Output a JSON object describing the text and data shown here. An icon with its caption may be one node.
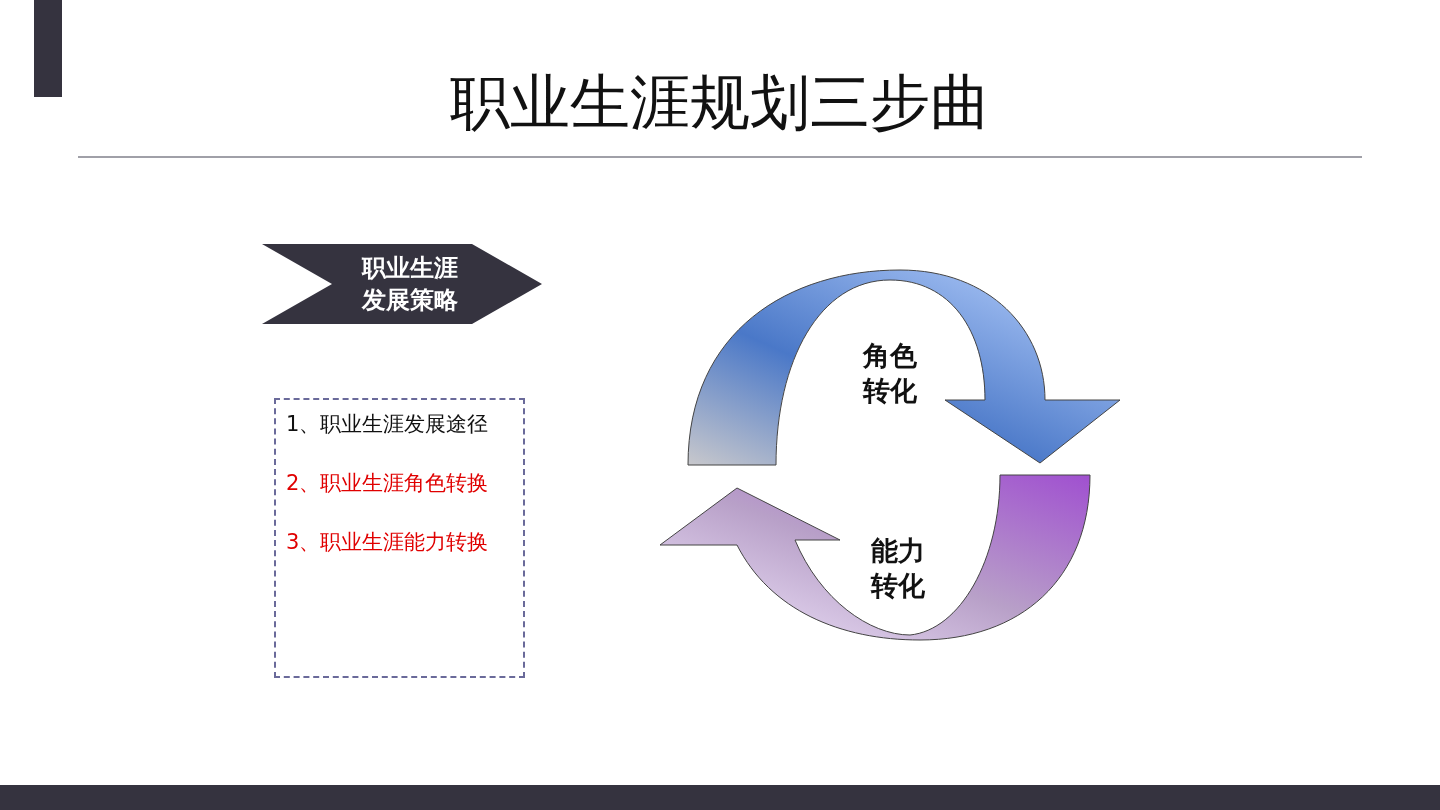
{
  "diagram": {
    "title": "职业生涯规划三步曲",
    "nodes": [
      {
        "text": [
          "职业生涯发展策略"
        ]
      },
      {
        "text": [
          "1、职业生涯发展途径",
          "2、职业生涯角色转换",
          "3、职业生涯能力转换"
        ]
      }
    ],
    "labels": [
      "角色转化",
      "能力转化"
    ]
  }
}
